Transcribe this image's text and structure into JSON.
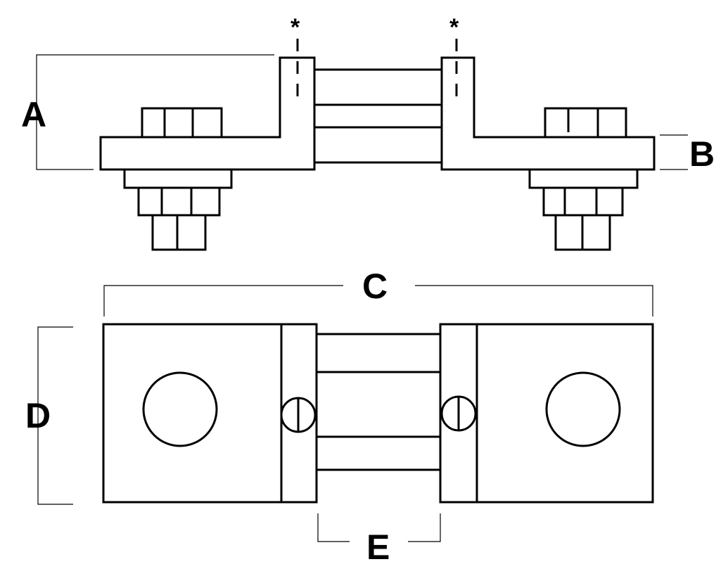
{
  "labels": {
    "a": "A",
    "b": "B",
    "c": "C",
    "d": "D",
    "e": "E"
  },
  "marker": "*",
  "colors": {
    "stroke": "#000000",
    "background": "#ffffff"
  }
}
